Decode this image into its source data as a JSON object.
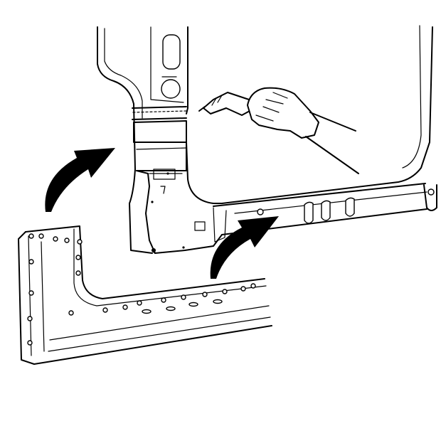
{
  "figure": {
    "icons": [
      "body-pillar-structure",
      "rocker-panel-replacement-part",
      "installation-arrow-left",
      "installation-arrow-right",
      "welding-torch-icon",
      "gloved-hand-icon"
    ]
  }
}
